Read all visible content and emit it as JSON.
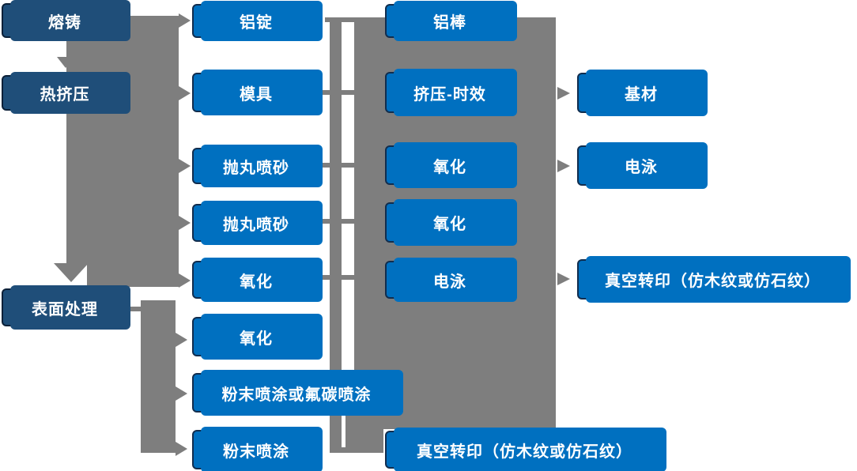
{
  "colors": {
    "box-blue": "#0070C0",
    "box-dark": "#1F4E79",
    "connector-gray": "#7E7E7E",
    "border-dark": "#112D4E",
    "border-darker": "#0B2038",
    "text": "#FFFFFF",
    "bg": "#FFFFFF"
  },
  "nodes": {
    "rongzhu": {
      "label": "熔铸"
    },
    "rejiya": {
      "label": "热挤压"
    },
    "biaomian": {
      "label": "表面处理"
    },
    "lvding": {
      "label": "铝锭"
    },
    "muju": {
      "label": "模具"
    },
    "paowan1": {
      "label": "抛丸喷砂"
    },
    "paowan2": {
      "label": "抛丸喷砂"
    },
    "yanghua1": {
      "label": "氧化"
    },
    "yanghua2": {
      "label": "氧化"
    },
    "fenmofu": {
      "label": "粉末喷涂或氟碳喷涂"
    },
    "fenmo": {
      "label": "粉末喷涂"
    },
    "lvbang": {
      "label": "铝棒"
    },
    "jiyashixiao": {
      "label": "挤压-时效"
    },
    "yanghua3": {
      "label": "氧化"
    },
    "yanghua4": {
      "label": "氧化"
    },
    "dianyong1": {
      "label": "电泳"
    },
    "zhenkong2": {
      "label": "真空转印（仿木纹或仿石纹）"
    },
    "jicai": {
      "label": "基材"
    },
    "dianyong2": {
      "label": "电泳"
    },
    "zhenkong1": {
      "label": "真空转印（仿木纹或仿石纹）"
    }
  },
  "edges": [
    {
      "from": "rongzhu",
      "to": "lvding"
    },
    {
      "from": "rongzhu",
      "to": "rejiya"
    },
    {
      "from": "rejiya",
      "to": "muju"
    },
    {
      "from": "rejiya",
      "to": "paowan1"
    },
    {
      "from": "rejiya",
      "to": "paowan2"
    },
    {
      "from": "rejiya",
      "to": "yanghua1"
    },
    {
      "from": "rejiya",
      "to": "biaomian"
    },
    {
      "from": "biaomian",
      "to": "yanghua2"
    },
    {
      "from": "biaomian",
      "to": "fenmofu"
    },
    {
      "from": "biaomian",
      "to": "fenmo"
    },
    {
      "from": "lvding",
      "to": "lvbang"
    },
    {
      "from": "muju",
      "to": "jiyashixiao"
    },
    {
      "from": "paowan1",
      "to": "yanghua3"
    },
    {
      "from": "paowan2",
      "to": "yanghua4"
    },
    {
      "from": "yanghua1",
      "to": "dianyong1"
    },
    {
      "from": "fenmo",
      "to": "zhenkong2"
    },
    {
      "from": "jiyashixiao",
      "to": "jicai"
    },
    {
      "from": "yanghua3",
      "to": "dianyong2"
    },
    {
      "from": "dianyong1",
      "to": "zhenkong1"
    }
  ]
}
